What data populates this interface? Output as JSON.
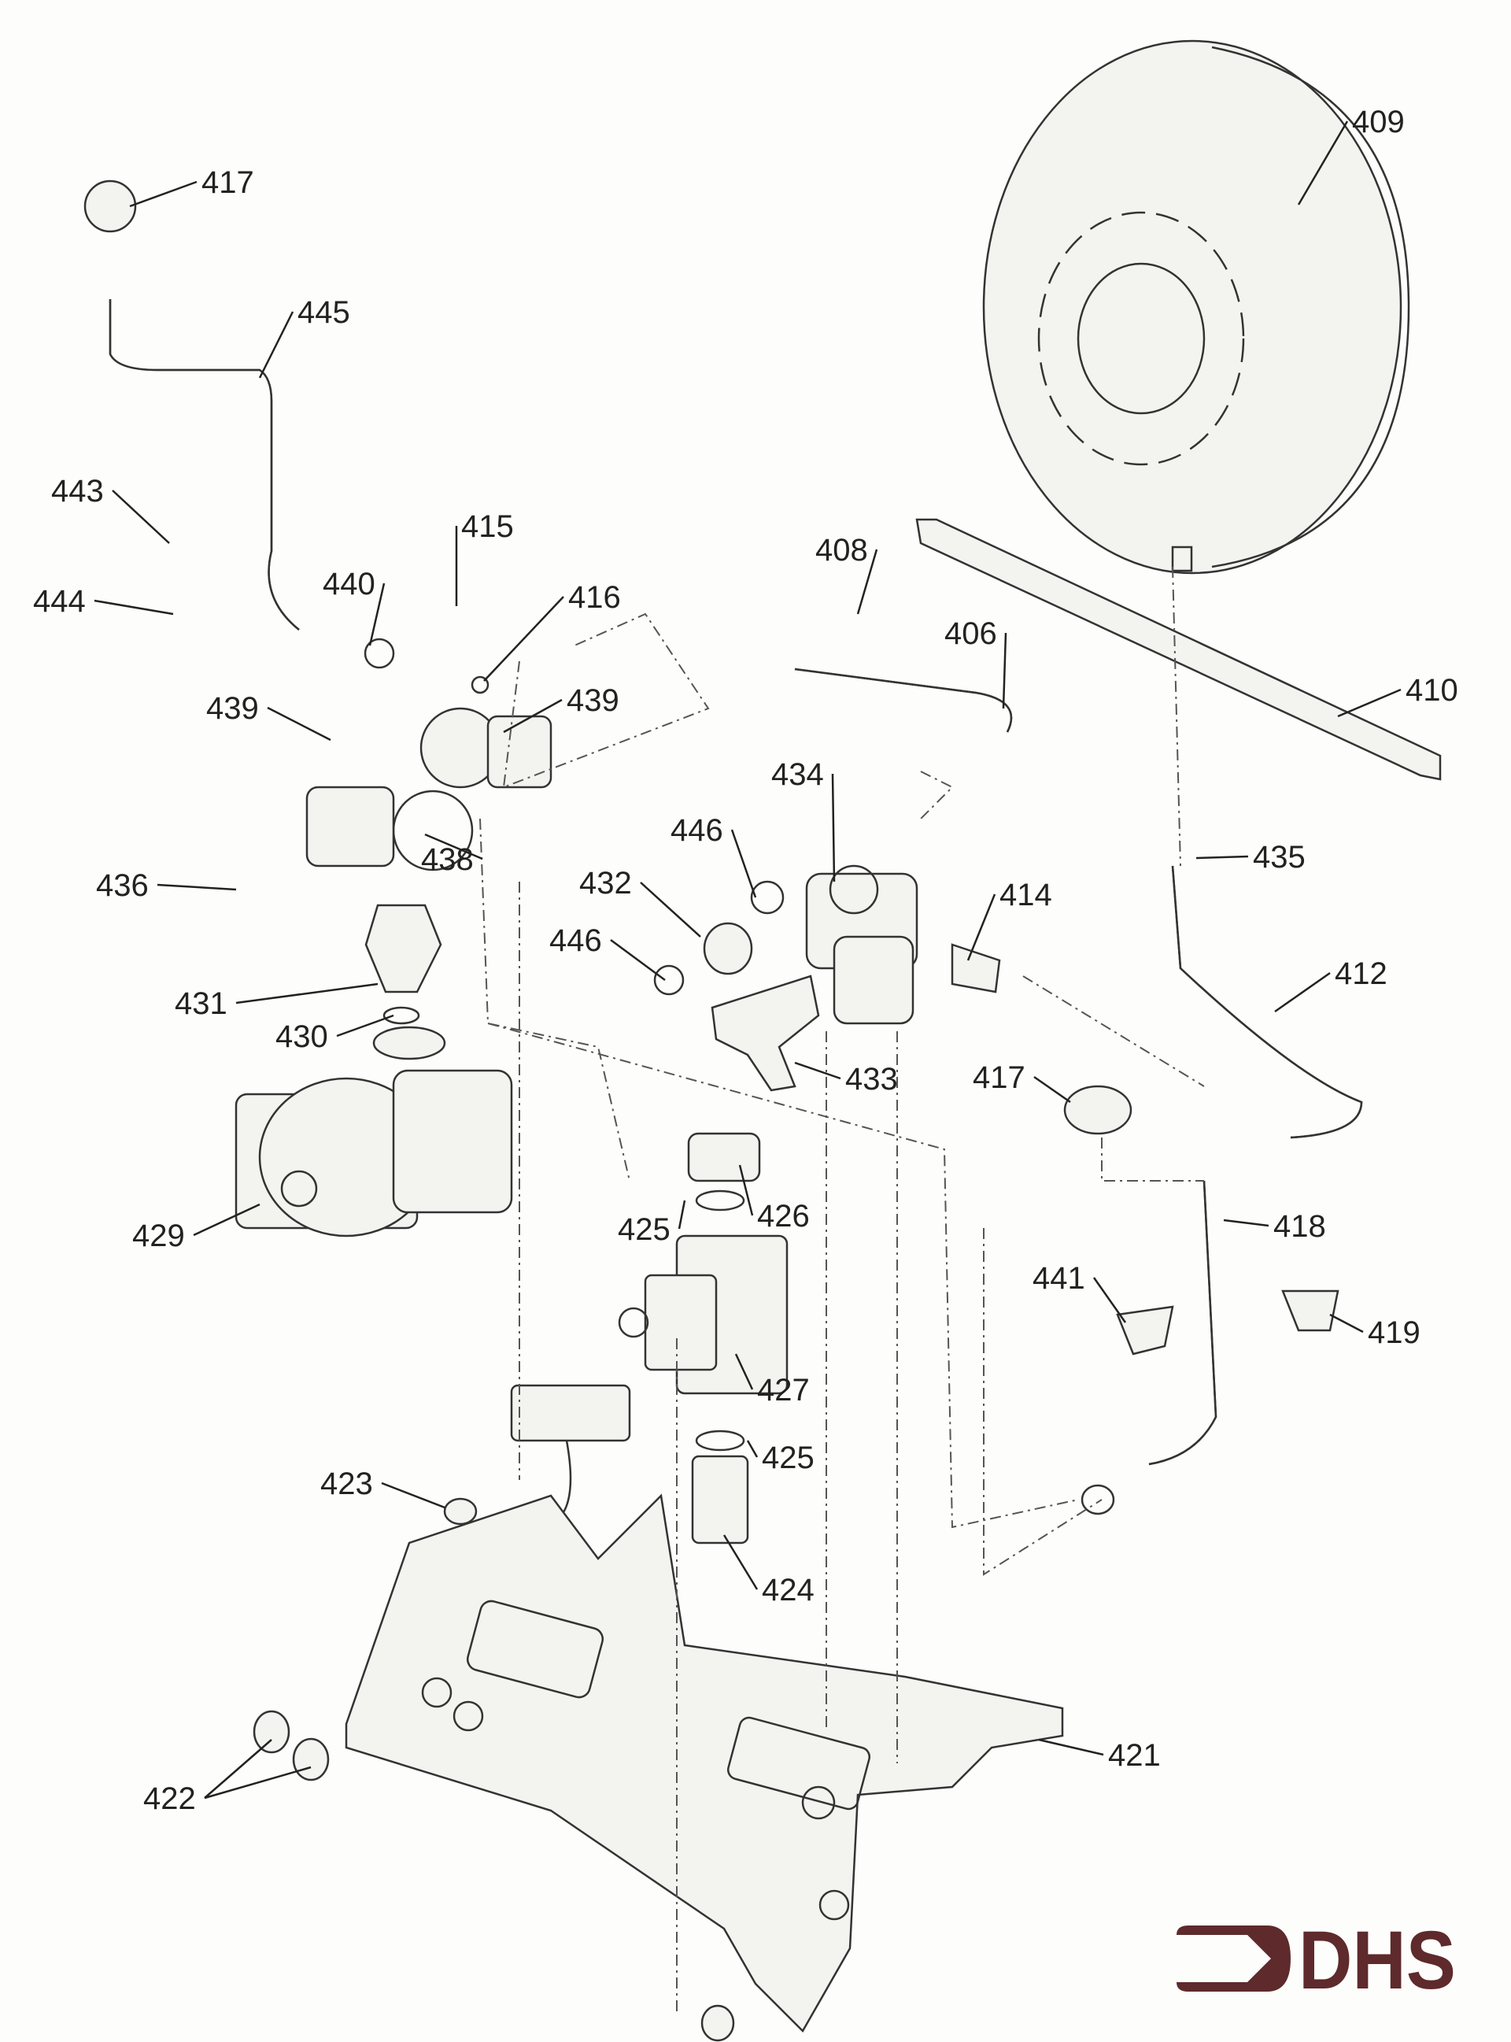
{
  "diagram": {
    "part_labels": [
      "417",
      "445",
      "443",
      "444",
      "415",
      "440",
      "416",
      "439",
      "439",
      "408",
      "406",
      "409",
      "410",
      "434",
      "446",
      "432",
      "446",
      "438",
      "436",
      "414",
      "435",
      "412",
      "431",
      "430",
      "433",
      "417",
      "418",
      "429",
      "425",
      "426",
      "441",
      "419",
      "427",
      "425",
      "423",
      "424",
      "421",
      "422"
    ]
  },
  "logo": {
    "text": "DHS",
    "color": "#5e2a2c"
  },
  "colors": {
    "line": "#333333",
    "background": "#fdfdfb"
  }
}
